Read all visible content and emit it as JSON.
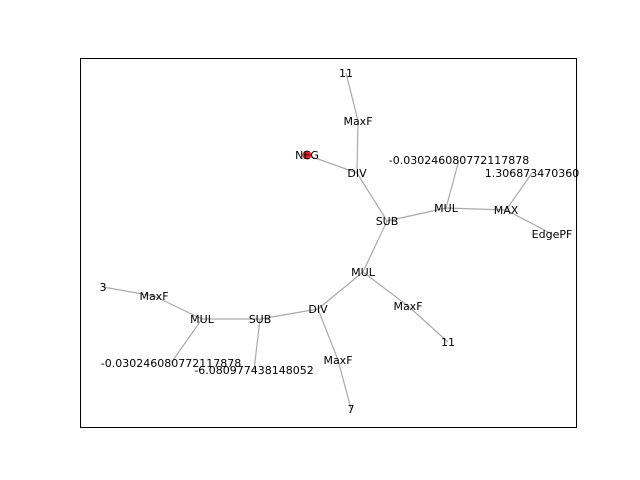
{
  "nodes": [
    {
      "id": "n_sub_root",
      "label": "SUB"
    },
    {
      "id": "n_div_top",
      "label": "DIV"
    },
    {
      "id": "n_maxf_top",
      "label": "MaxF"
    },
    {
      "id": "n_11_top",
      "label": "11"
    },
    {
      "id": "n_neg",
      "label": "NEG"
    },
    {
      "id": "n_mul_right",
      "label": "MUL"
    },
    {
      "id": "n_const_a",
      "label": "-0.030246080772117878"
    },
    {
      "id": "n_max",
      "label": "MAX"
    },
    {
      "id": "n_const_b",
      "label": "1.306873470360"
    },
    {
      "id": "n_edgepf",
      "label": "EdgePF"
    },
    {
      "id": "n_mul_mid",
      "label": "MUL"
    },
    {
      "id": "n_maxf_right",
      "label": "MaxF"
    },
    {
      "id": "n_11_right",
      "label": "11"
    },
    {
      "id": "n_div_low",
      "label": "DIV"
    },
    {
      "id": "n_maxf_low",
      "label": "MaxF"
    },
    {
      "id": "n_7",
      "label": "7"
    },
    {
      "id": "n_sub_low",
      "label": "SUB"
    },
    {
      "id": "n_const_c",
      "label": "-6.080977438148052"
    },
    {
      "id": "n_mul_left",
      "label": "MUL"
    },
    {
      "id": "n_maxf_left",
      "label": "MaxF"
    },
    {
      "id": "n_3",
      "label": "3"
    },
    {
      "id": "n_const_d",
      "label": "-0.030246080772117878"
    }
  ],
  "edges": [
    [
      "n_sub_root",
      "n_div_top"
    ],
    [
      "n_div_top",
      "n_maxf_top"
    ],
    [
      "n_maxf_top",
      "n_11_top"
    ],
    [
      "n_div_top",
      "n_neg"
    ],
    [
      "n_sub_root",
      "n_mul_right"
    ],
    [
      "n_mul_right",
      "n_const_a"
    ],
    [
      "n_mul_right",
      "n_max"
    ],
    [
      "n_max",
      "n_const_b"
    ],
    [
      "n_max",
      "n_edgepf"
    ],
    [
      "n_sub_root",
      "n_mul_mid"
    ],
    [
      "n_mul_mid",
      "n_maxf_right"
    ],
    [
      "n_maxf_right",
      "n_11_right"
    ],
    [
      "n_mul_mid",
      "n_div_low"
    ],
    [
      "n_div_low",
      "n_maxf_low"
    ],
    [
      "n_maxf_low",
      "n_7"
    ],
    [
      "n_div_low",
      "n_sub_low"
    ],
    [
      "n_sub_low",
      "n_const_c"
    ],
    [
      "n_sub_low",
      "n_mul_left"
    ],
    [
      "n_mul_left",
      "n_maxf_left"
    ],
    [
      "n_maxf_left",
      "n_3"
    ],
    [
      "n_mul_left",
      "n_const_d"
    ]
  ],
  "highlight_node": "n_neg",
  "colors": {
    "edge": "#aaaaaa",
    "highlight": "#d62728",
    "frame": "#000000"
  }
}
